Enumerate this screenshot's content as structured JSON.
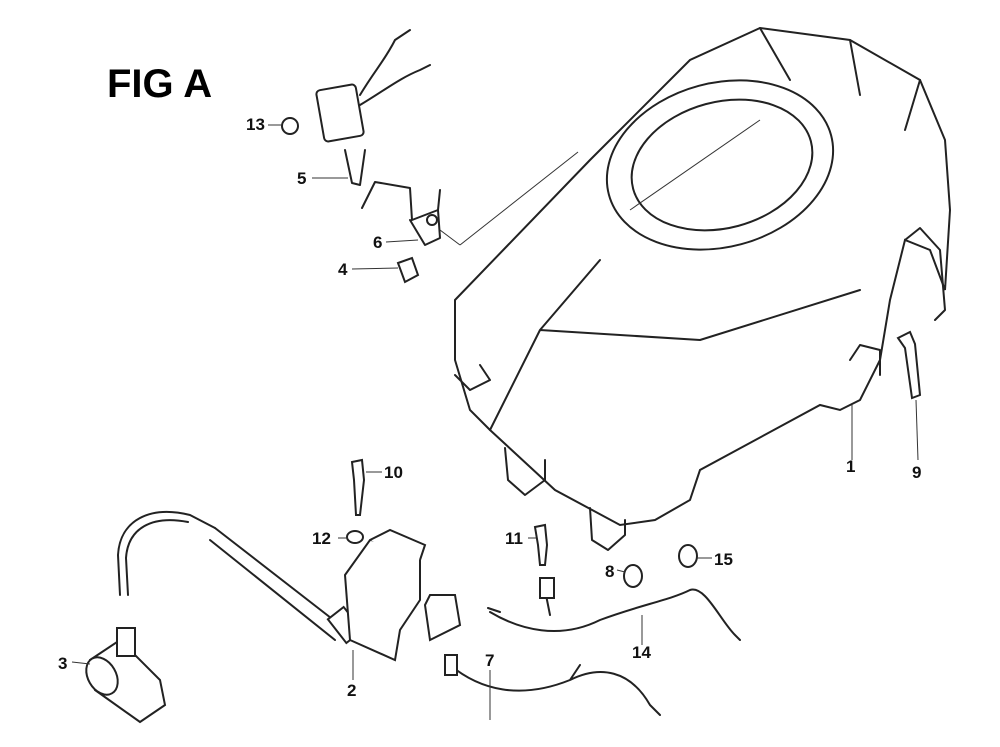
{
  "title": "FIG A",
  "callouts": [
    "1",
    "2",
    "3",
    "4",
    "5",
    "6",
    "7",
    "8",
    "9",
    "10",
    "11",
    "12",
    "13",
    "14",
    "15"
  ]
}
